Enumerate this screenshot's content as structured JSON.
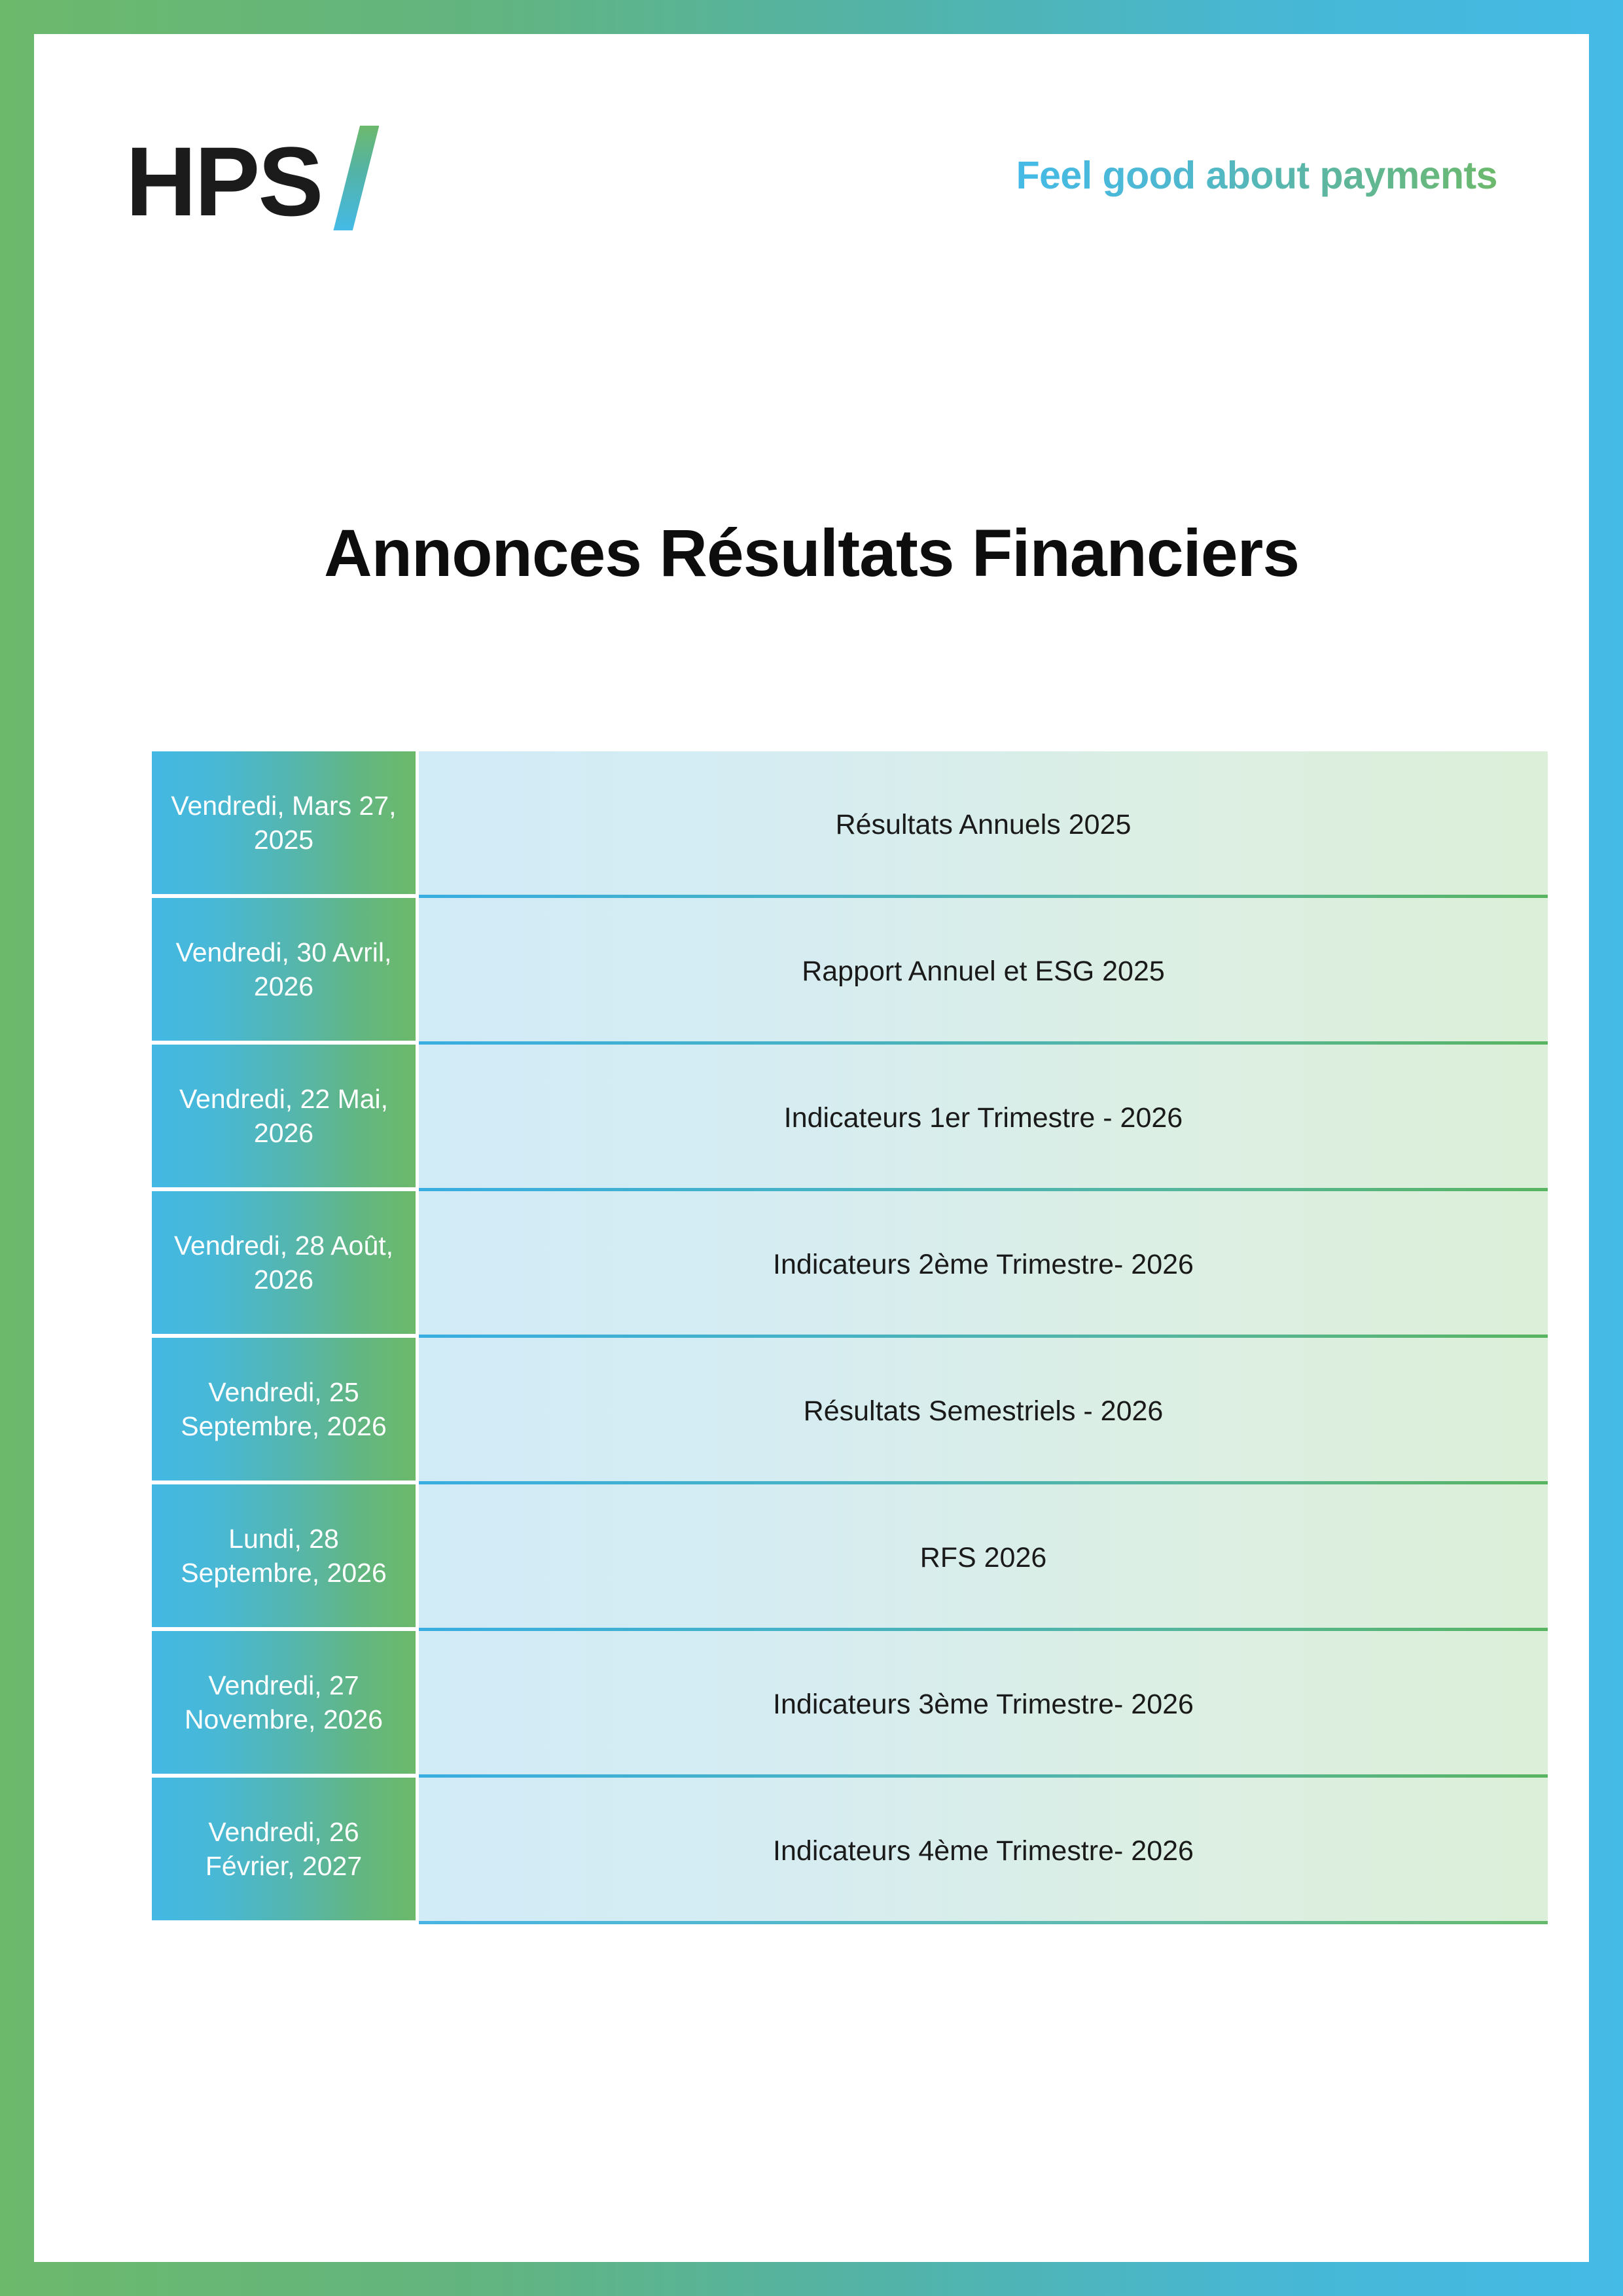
{
  "brand": {
    "logo_text": "HPS",
    "logo_slash_icon": "brand-slash-icon",
    "tagline": "Feel good about payments",
    "colors": {
      "green": "#6cb96c",
      "blue": "#44bae6",
      "dark": "#1b1b1b",
      "date_cell_text": "#ffffff",
      "content_cell_text": "#1a1a1a"
    }
  },
  "page": {
    "title": "Annonces Résultats Financiers"
  },
  "schedule": {
    "rows": [
      {
        "date": "Vendredi, Mars 27, 2025",
        "event": "Résultats Annuels 2025"
      },
      {
        "date": "Vendredi, 30 Avril, 2026",
        "event": "Rapport Annuel et ESG 2025"
      },
      {
        "date": "Vendredi, 22 Mai, 2026",
        "event": "Indicateurs 1er Trimestre - 2026"
      },
      {
        "date": "Vendredi, 28 Août, 2026",
        "event": "Indicateurs 2ème Trimestre- 2026"
      },
      {
        "date": "Vendredi, 25 Septembre, 2026",
        "event": "Résultats Semestriels - 2026"
      },
      {
        "date": "Lundi, 28 Septembre, 2026",
        "event": "RFS 2026"
      },
      {
        "date": "Vendredi, 27 Novembre, 2026",
        "event": "Indicateurs 3ème Trimestre- 2026"
      },
      {
        "date": "Vendredi, 26 Février, 2027",
        "event": "Indicateurs 4ème Trimestre- 2026"
      }
    ]
  }
}
